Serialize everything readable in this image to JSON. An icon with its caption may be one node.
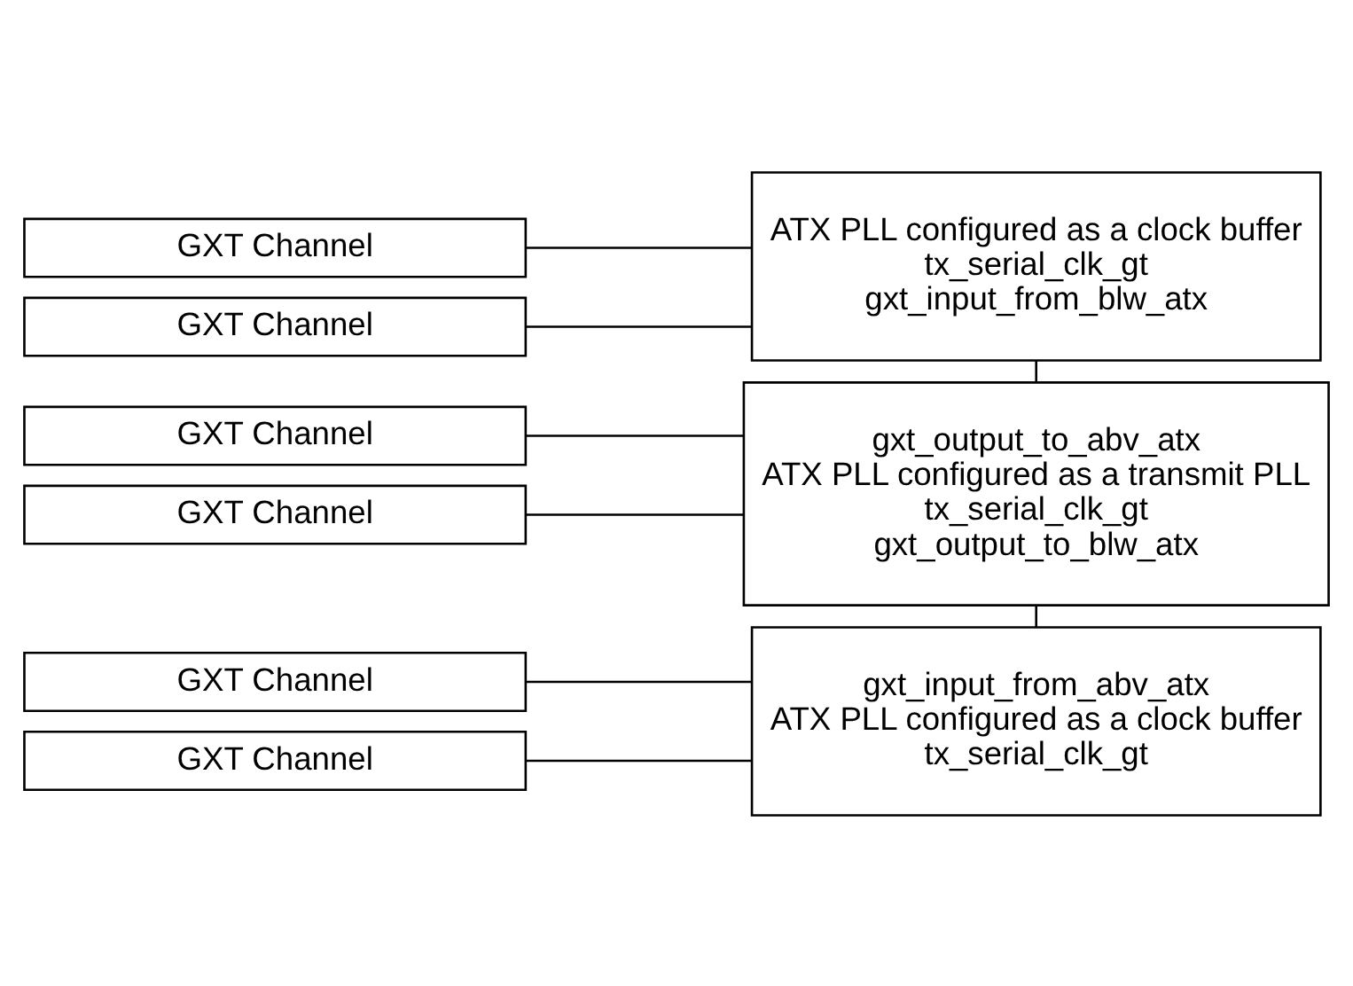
{
  "diagram": {
    "nodes": [
      {
        "text": [
          "GXT Channel"
        ]
      },
      {
        "text": [
          "GXT Channel"
        ]
      },
      {
        "text": [
          "ATX PLL configured as a clock buffer",
          "tx_serial_clk_gt",
          "gxt_input_from_blw_atx"
        ]
      },
      {
        "text": [
          "GXT Channel"
        ]
      },
      {
        "text": [
          "GXT Channel"
        ]
      },
      {
        "text": [
          "gxt_output_to_abv_atx",
          "ATX PLL configured as a transmit PLL",
          "tx_serial_clk_gt",
          "gxt_output_to_blw_atx"
        ]
      },
      {
        "text": [
          "GXT Channel"
        ]
      },
      {
        "text": [
          "GXT Channel"
        ]
      },
      {
        "text": [
          "gxt_input_from_abv_atx",
          "ATX PLL configured as a clock buffer",
          "tx_serial_clk_gt"
        ]
      }
    ],
    "edges": [
      {
        "from": 0,
        "to": 2,
        "arrow": "none"
      },
      {
        "from": 1,
        "to": 2,
        "arrow": "none"
      },
      {
        "from": 2,
        "to": 5,
        "arrow": "none"
      },
      {
        "from": 3,
        "to": 5,
        "arrow": "none"
      },
      {
        "from": 4,
        "to": 5,
        "arrow": "none"
      },
      {
        "from": 5,
        "to": 8,
        "arrow": "none"
      },
      {
        "from": 6,
        "to": 8,
        "arrow": "none"
      },
      {
        "from": 7,
        "to": 8,
        "arrow": "none"
      }
    ]
  }
}
